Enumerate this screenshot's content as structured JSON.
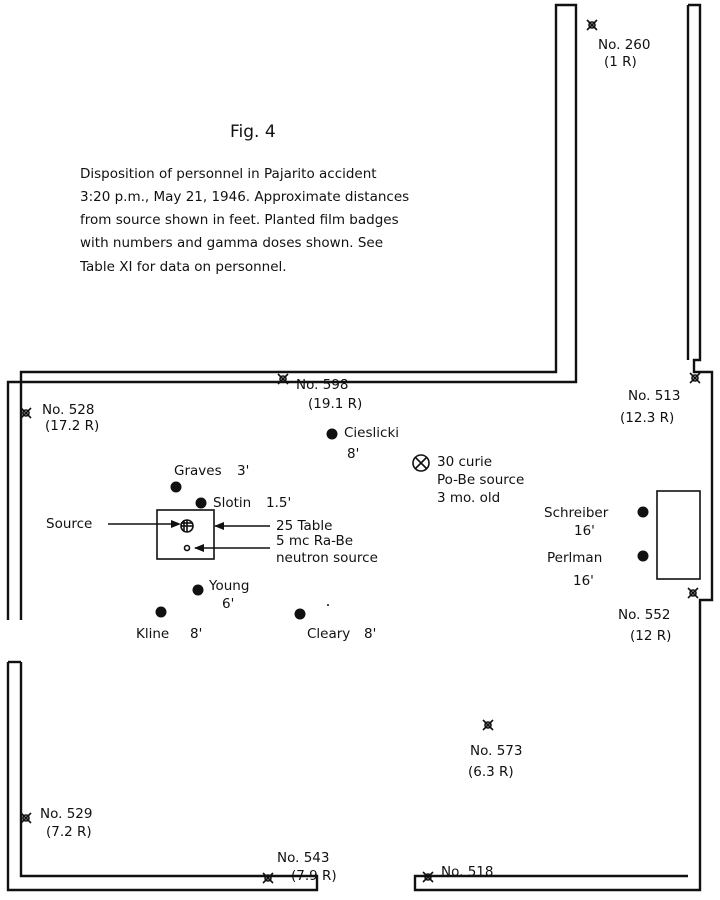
{
  "figure": {
    "title": "Fig. 4",
    "caption": [
      "Disposition of personnel in Pajarito accident",
      "3:20 p.m., May 21, 1946. Approximate distances",
      "from source shown in feet. Planted film badges",
      "with numbers and gamma doses shown. See",
      "Table XI for data on personnel."
    ]
  },
  "personnel": [
    {
      "name": "Graves",
      "distance": "3'"
    },
    {
      "name": "Slotin",
      "distance": "1.5'"
    },
    {
      "name": "Young",
      "distance": "6'"
    },
    {
      "name": "Kline",
      "distance": "8'"
    },
    {
      "name": "Cleary",
      "distance": "8'"
    },
    {
      "name": "Cieslicki",
      "distance": "8'"
    },
    {
      "name": "Schreiber",
      "distance": "16'"
    },
    {
      "name": "Perlman",
      "distance": "16'"
    }
  ],
  "badges": [
    {
      "number": "No. 260",
      "dose": "(1 R)"
    },
    {
      "number": "No. 598",
      "dose": "(19.1 R)"
    },
    {
      "number": "No. 528",
      "dose": "(17.2 R)"
    },
    {
      "number": "No. 513",
      "dose": "(12.3 R)"
    },
    {
      "number": "No. 552",
      "dose": "(12 R)"
    },
    {
      "number": "No. 573",
      "dose": "(6.3 R)"
    },
    {
      "number": "No. 529",
      "dose": "(7.2 R)"
    },
    {
      "number": "No. 543",
      "dose": "(7.9 R)"
    },
    {
      "number": "No. 518",
      "dose": ""
    }
  ],
  "labels": {
    "source": "Source",
    "table": "25 Table",
    "rabe_line1": "5 mc Ra-Be",
    "rabe_line2": "neutron source",
    "pobe_line1": "30 curie",
    "pobe_line2": "Po-Be source",
    "pobe_line3": "3 mo. old"
  }
}
